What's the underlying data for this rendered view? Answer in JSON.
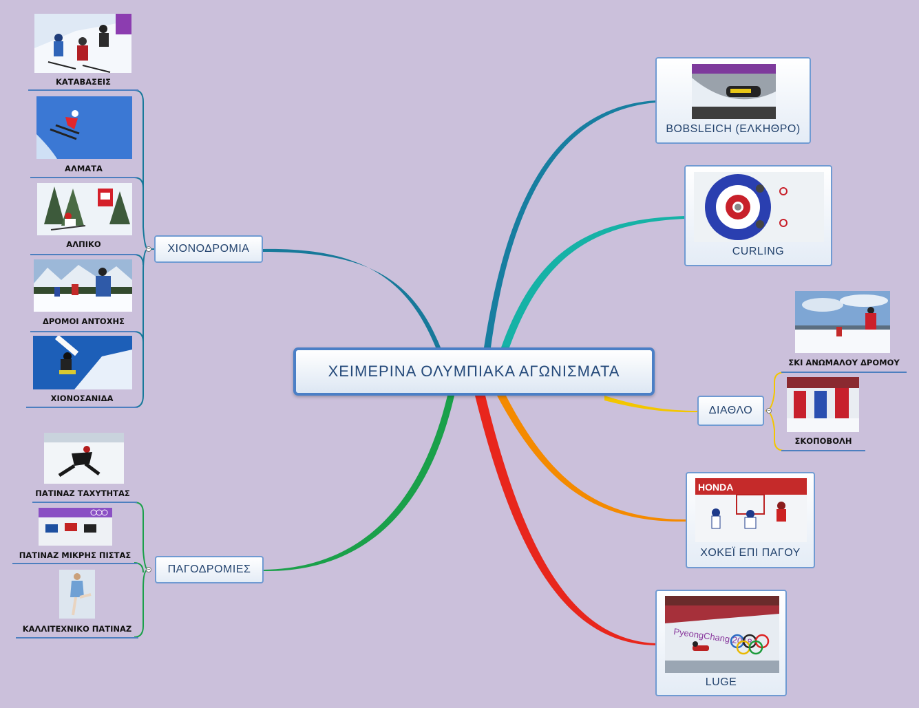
{
  "central": {
    "title": "ΧΕΙΜΕΡΙΝΑ ΟΛΥΜΠΙΑΚΑ ΑΓΩΝΙΣΜΑΤΑ"
  },
  "left": {
    "skiing": {
      "label": "ΧΙΟΝΟΔΡΟΜΙΑ",
      "color": "#17799a",
      "items": [
        {
          "label": "ΚΑΤΑΒΑΣΕΙΣ"
        },
        {
          "label": "ΑΛΜΑΤΑ"
        },
        {
          "label": "ΑΛΠΙΚΟ"
        },
        {
          "label": "ΔΡΟΜΟΙ ΑΝΤΟΧΗΣ"
        },
        {
          "label": "ΧΙΟΝΟΣΑΝΙΔΑ"
        }
      ]
    },
    "skating": {
      "label": "ΠΑΓΟΔΡΟΜΙΕΣ",
      "color": "#1aa04a",
      "items": [
        {
          "label": "ΠΑΤΙΝΑΖ ΤΑΧΥΤΗΤΑΣ"
        },
        {
          "label": "ΠΑΤΙΝΑΖ ΜΙΚΡΗΣ ΠΙΣΤΑΣ"
        },
        {
          "label": "ΚΑΛΛΙΤΕΧΝΙΚΟ ΠΑΤΙΝΑΖ"
        }
      ]
    }
  },
  "right": {
    "bobsleigh": {
      "label": "BOBSLEICH (ΕΛΚΗΘΡΟ)",
      "color": "#177ea0"
    },
    "curling": {
      "label": "CURLING",
      "color": "#16b2a6"
    },
    "biathlon": {
      "label": "ΔΙΑΘΛΟ",
      "color": "#f3c600",
      "items": [
        {
          "label": "ΣΚΙ ΑΝΩΜΑΛΟΥ ΔΡΟΜΟΥ"
        },
        {
          "label": "ΣΚΟΠΟΒΟΛΗ"
        }
      ]
    },
    "hockey": {
      "label": "ΧΟΚΕΪ ΕΠΙ ΠΑΓΟΥ",
      "color": "#f48a00"
    },
    "luge": {
      "label": "LUGE",
      "color": "#e8261c"
    }
  },
  "image_text": {
    "hockey_board": "HONDA",
    "luge_banner": "PyeongChang 2018"
  }
}
